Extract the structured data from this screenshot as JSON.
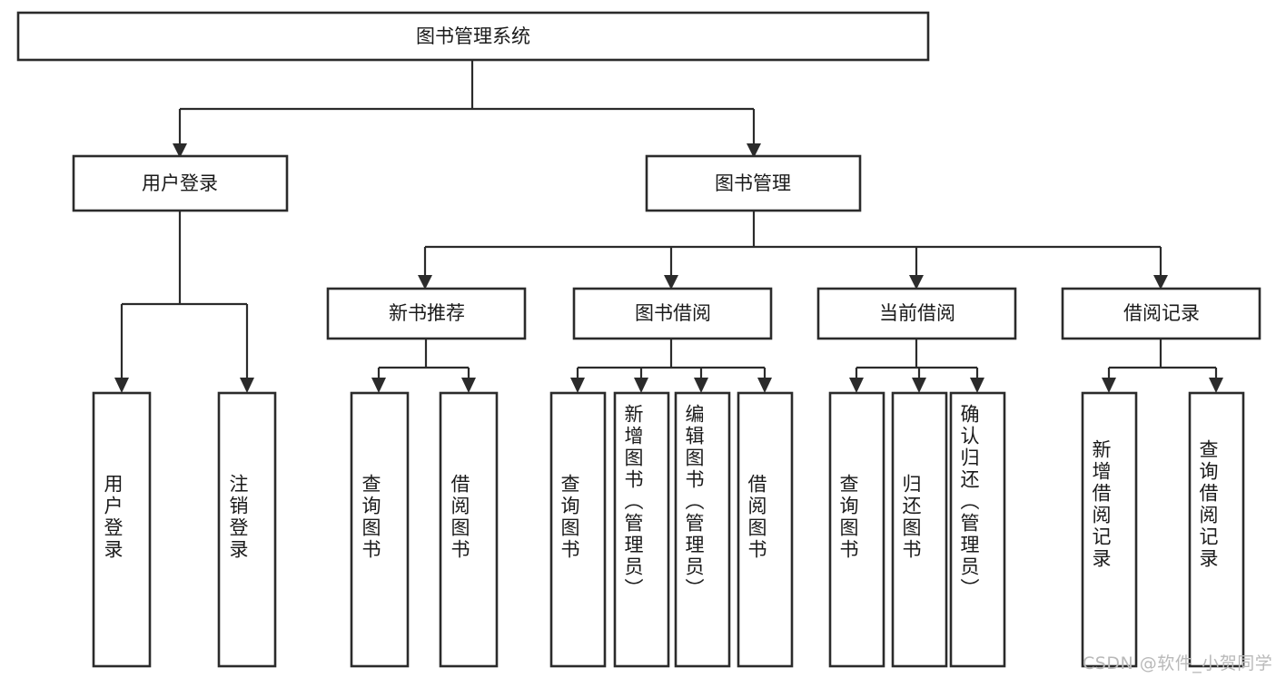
{
  "diagram": {
    "type": "tree",
    "title": "图书管理系统",
    "root": {
      "id": "root",
      "label": "图书管理系统",
      "orientation": "horizontal"
    },
    "level1": [
      {
        "id": "user-login",
        "label": "用户登录",
        "orientation": "horizontal"
      },
      {
        "id": "book-manage",
        "label": "图书管理",
        "orientation": "horizontal"
      }
    ],
    "level2": [
      {
        "id": "new-book-recommend",
        "label": "新书推荐",
        "parent": "book-manage",
        "orientation": "horizontal"
      },
      {
        "id": "book-borrow",
        "label": "图书借阅",
        "parent": "book-manage",
        "orientation": "horizontal"
      },
      {
        "id": "current-borrow",
        "label": "当前借阅",
        "parent": "book-manage",
        "orientation": "horizontal"
      },
      {
        "id": "borrow-record",
        "label": "借阅记录",
        "parent": "book-manage",
        "orientation": "horizontal"
      }
    ],
    "leaves": [
      {
        "id": "leaf-user-login",
        "label": "用户登录",
        "parent": "user-login",
        "orientation": "vertical"
      },
      {
        "id": "leaf-user-logout",
        "label": "注销登录",
        "parent": "user-login",
        "orientation": "vertical"
      },
      {
        "id": "leaf-query-book-1",
        "label": "查询图书",
        "parent": "new-book-recommend",
        "orientation": "vertical"
      },
      {
        "id": "leaf-borrow-book-1",
        "label": "借阅图书",
        "parent": "new-book-recommend",
        "orientation": "vertical"
      },
      {
        "id": "leaf-query-book-2",
        "label": "查询图书",
        "parent": "book-borrow",
        "orientation": "vertical"
      },
      {
        "id": "leaf-add-book",
        "label": "新增图书（管理员）",
        "parent": "book-borrow",
        "orientation": "vertical"
      },
      {
        "id": "leaf-edit-book",
        "label": "编辑图书（管理员）",
        "parent": "book-borrow",
        "orientation": "vertical"
      },
      {
        "id": "leaf-borrow-book-2",
        "label": "借阅图书",
        "parent": "book-borrow",
        "orientation": "vertical"
      },
      {
        "id": "leaf-query-book-3",
        "label": "查询图书",
        "parent": "current-borrow",
        "orientation": "vertical"
      },
      {
        "id": "leaf-return-book",
        "label": "归还图书",
        "parent": "current-borrow",
        "orientation": "vertical"
      },
      {
        "id": "leaf-confirm-return",
        "label": "确认归还（管理员）",
        "parent": "current-borrow",
        "orientation": "vertical"
      },
      {
        "id": "leaf-add-record",
        "label": "新增借阅记录",
        "parent": "borrow-record",
        "orientation": "vertical"
      },
      {
        "id": "leaf-query-record",
        "label": "查询借阅记录",
        "parent": "borrow-record",
        "orientation": "vertical"
      }
    ],
    "colors": {
      "box_stroke": "#2b2b2b",
      "box_fill": "#ffffff",
      "connector": "#2b2b2b",
      "text": "#1a1a1a",
      "background": "#ffffff",
      "watermark": "#b9b9b9"
    }
  },
  "watermark": {
    "text": "CSDN @软件_小贺同学"
  }
}
